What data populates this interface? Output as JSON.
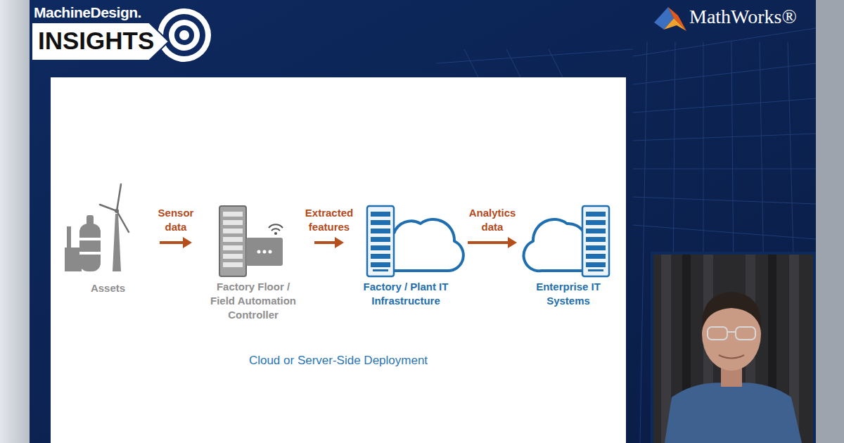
{
  "diagram": {
    "caption": "Cloud or Server-Side Deployment",
    "nodes": [
      {
        "text": [
          "Assets"
        ]
      },
      {
        "text": [
          "Factory Floor / Field Automation Controller"
        ]
      },
      {
        "text": [
          "Factory / Plant IT Infrastructure"
        ]
      },
      {
        "text": [
          "Enterprise IT Systems"
        ]
      }
    ],
    "edges": [
      {
        "from": 0,
        "to": 1,
        "arrow": "to",
        "label": "Sensor data"
      },
      {
        "from": 1,
        "to": 2,
        "arrow": "to",
        "label": "Extracted features"
      },
      {
        "from": 2,
        "to": 3,
        "arrow": "to",
        "label": "Analytics data"
      }
    ],
    "labels": [
      "MachineDesign.",
      "INSIGHTS",
      "MathWorks®"
    ]
  }
}
